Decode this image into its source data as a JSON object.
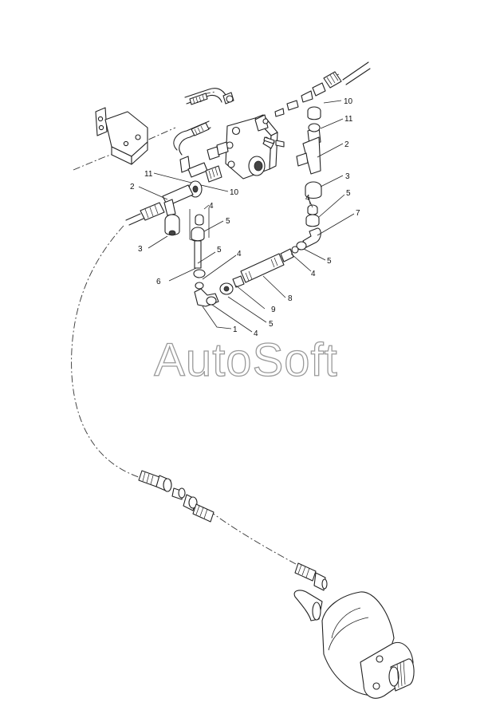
{
  "watermark": "AutoSoft",
  "callouts": {
    "c1": "1",
    "c2a": "2",
    "c2b": "2",
    "c3a": "3",
    "c3b": "3",
    "c4a": "4",
    "c4b": "4",
    "c4c": "4",
    "c4d": "4",
    "c4e": "4",
    "c5a": "5",
    "c5b": "5",
    "c5c": "5",
    "c5d": "5",
    "c5e": "5",
    "c6": "6",
    "c7": "7",
    "c8": "8",
    "c9": "9",
    "c10a": "10",
    "c10b": "10",
    "c11a": "11",
    "c11b": "11"
  }
}
